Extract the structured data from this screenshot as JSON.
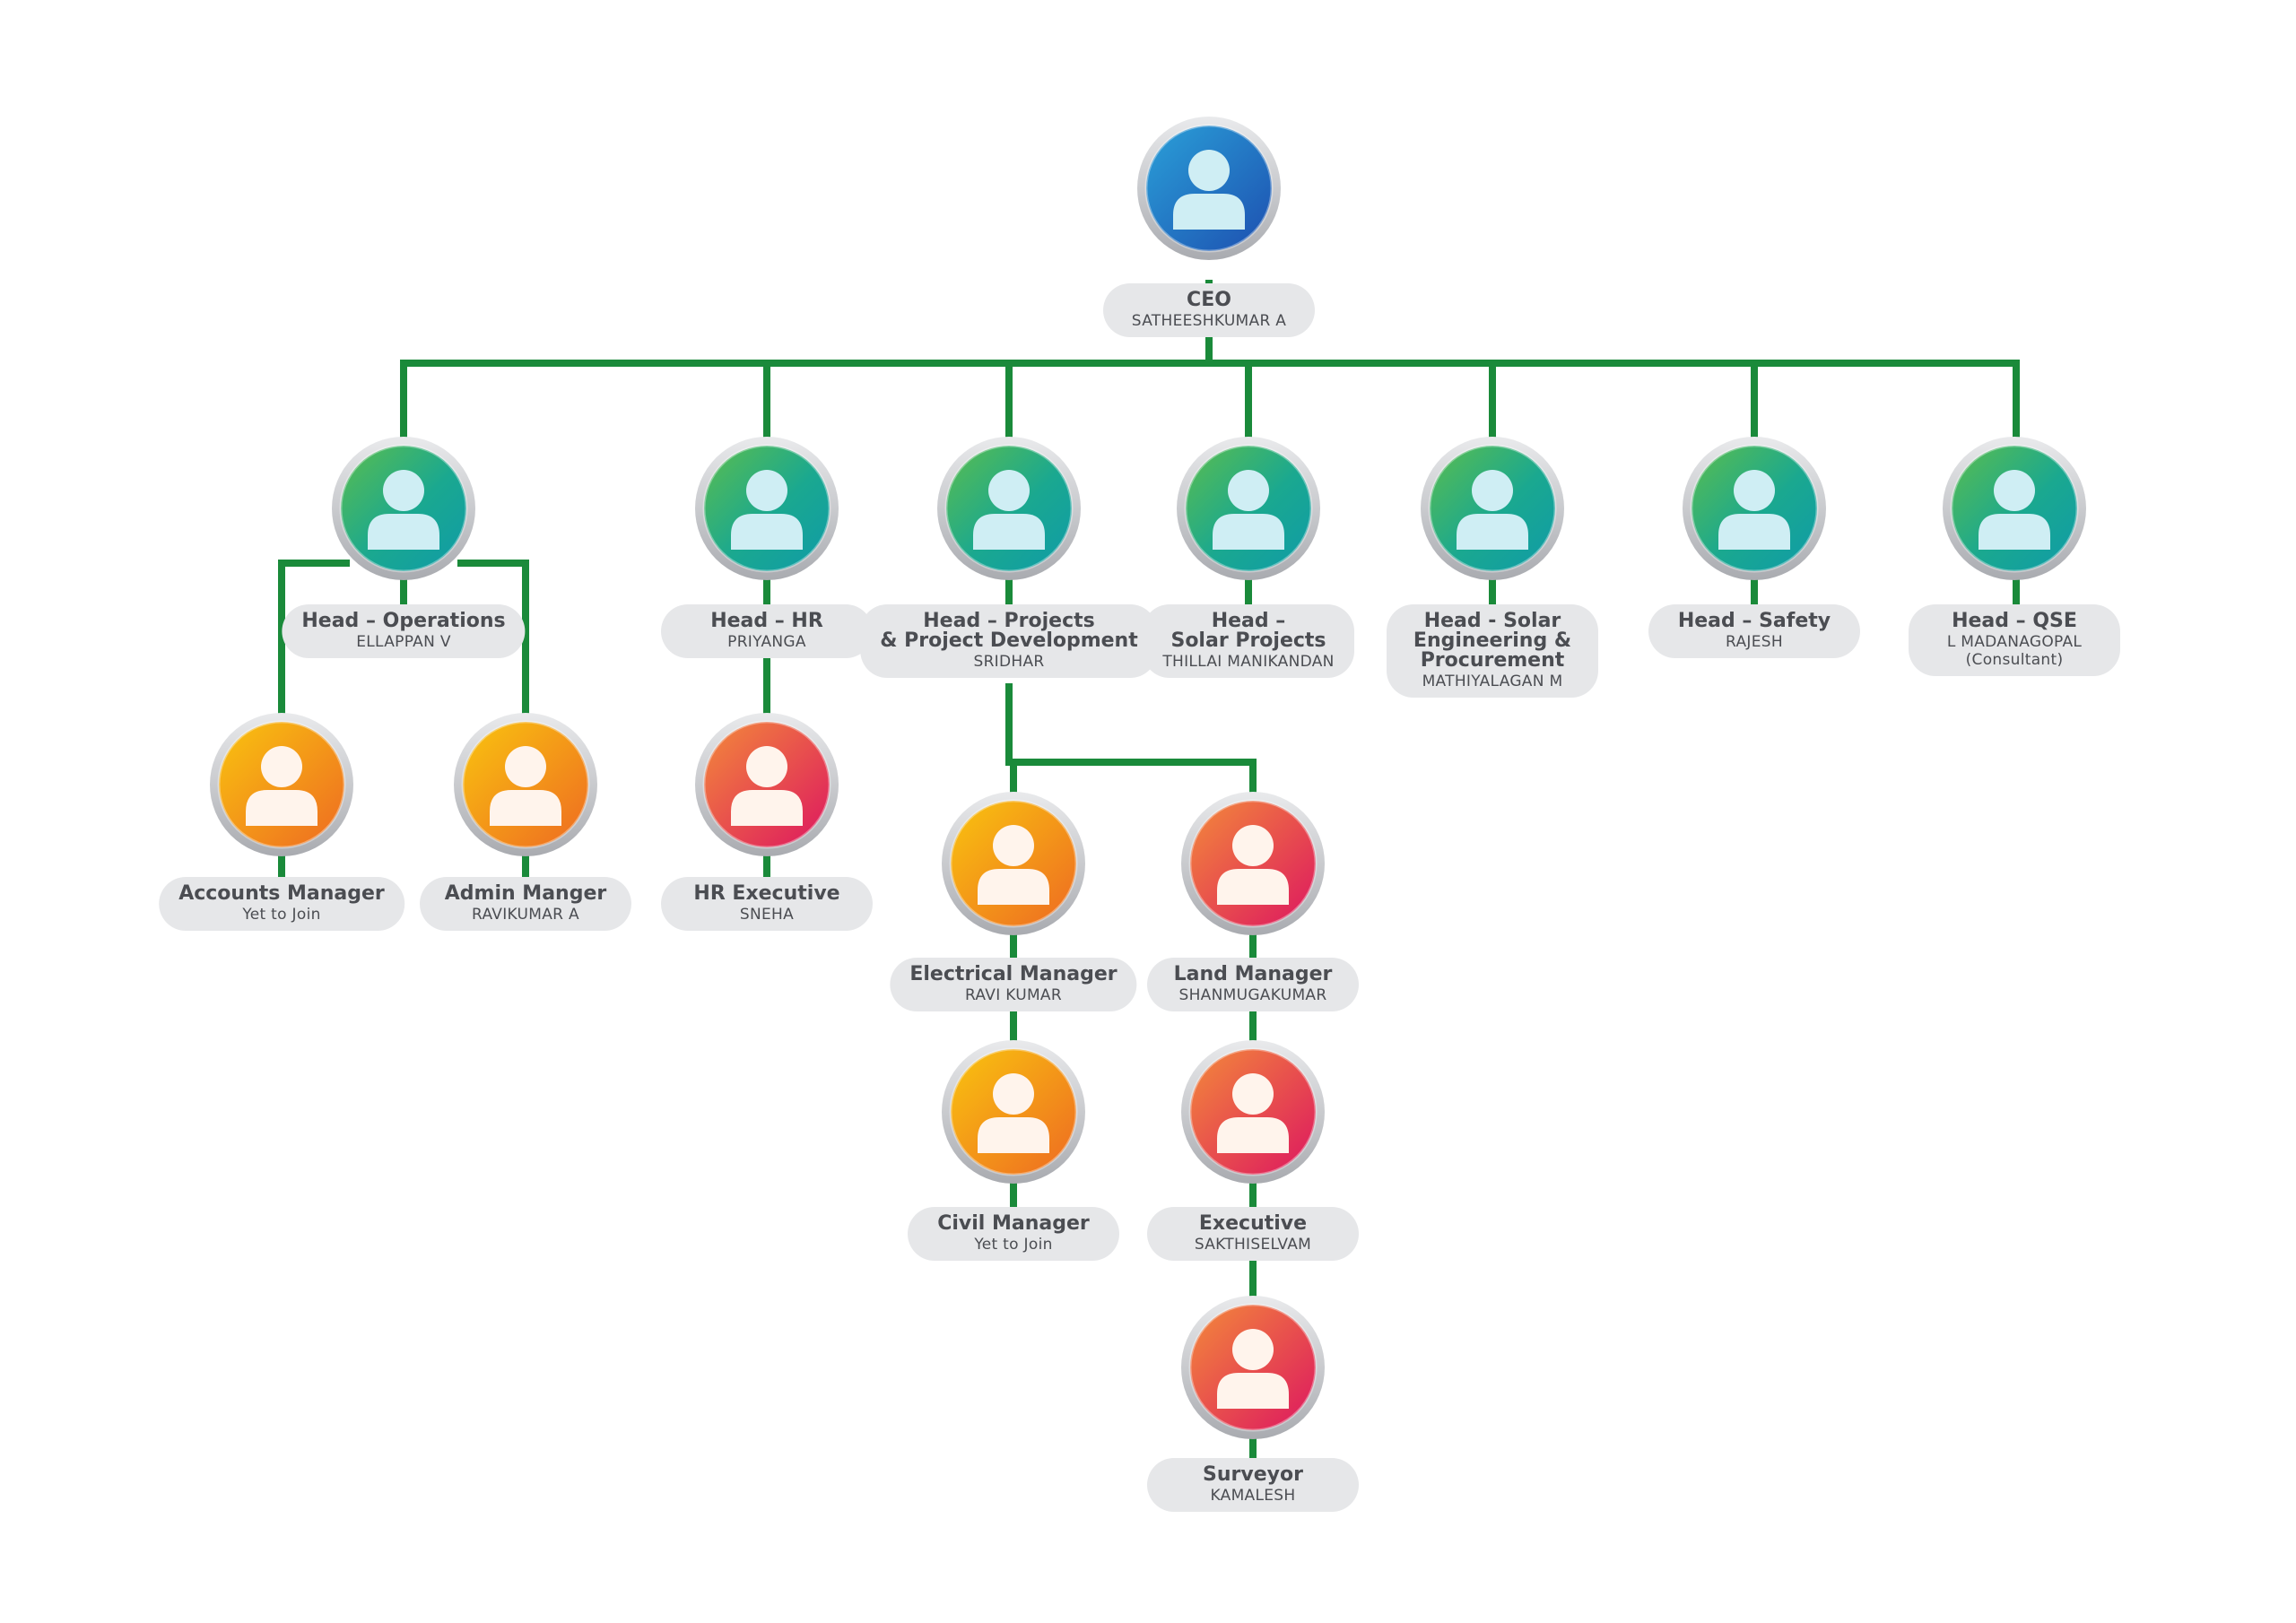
{
  "colors": {
    "connector": "#1a8a3a",
    "pill_bg": "#e6e7e9",
    "text": "#4b4d52",
    "ring": "#c9cacd",
    "blue": [
      "#1d6fc4",
      "#2aa0d8"
    ],
    "green": [
      "#43b35a",
      "#14a3a0"
    ],
    "orange": [
      "#f5b20f",
      "#ef7a1e"
    ],
    "red": [
      "#f0763c",
      "#e01f5a"
    ]
  },
  "avatar_icon": "person-icon",
  "nodes": [
    {
      "id": "ceo",
      "role": "CEO",
      "name": "SATHEESHKUMAR A",
      "level": "executive",
      "color": "blue"
    },
    {
      "id": "head-operations",
      "role": "Head – Operations",
      "name": "ELLAPPAN V",
      "level": "head",
      "color": "green",
      "parent": "ceo"
    },
    {
      "id": "head-hr",
      "role": "Head – HR",
      "name": "PRIYANGA",
      "level": "head",
      "color": "green",
      "parent": "ceo"
    },
    {
      "id": "head-projects",
      "role": "Head – Projects\n& Project Development",
      "name": "SRIDHAR",
      "level": "head",
      "color": "green",
      "parent": "ceo"
    },
    {
      "id": "head-solar-projects",
      "role": "Head –\nSolar Projects",
      "name": "THILLAI MANIKANDAN",
      "level": "head",
      "color": "green",
      "parent": "ceo"
    },
    {
      "id": "head-solar-engineering",
      "role": "Head - Solar\nEngineering &\nProcurement",
      "name": "MATHIYALAGAN M",
      "level": "head",
      "color": "green",
      "parent": "ceo"
    },
    {
      "id": "head-safety",
      "role": "Head – Safety",
      "name": "RAJESH",
      "level": "head",
      "color": "green",
      "parent": "ceo"
    },
    {
      "id": "head-qse",
      "role": "Head – QSE",
      "name": "L MADANAGOPAL\n(Consultant)",
      "level": "head",
      "color": "green",
      "parent": "ceo"
    },
    {
      "id": "accounts-manager",
      "role": "Accounts Manager",
      "name": "Yet to Join",
      "level": "staff",
      "color": "orange",
      "parent": "head-operations"
    },
    {
      "id": "admin-manager",
      "role": "Admin Manger",
      "name": "RAVIKUMAR A",
      "level": "staff",
      "color": "orange",
      "parent": "head-operations"
    },
    {
      "id": "hr-executive",
      "role": "HR Executive",
      "name": "SNEHA",
      "level": "staff",
      "color": "red",
      "parent": "head-hr"
    },
    {
      "id": "electrical-manager",
      "role": "Electrical Manager",
      "name": "RAVI KUMAR",
      "level": "staff",
      "color": "orange",
      "parent": "head-projects"
    },
    {
      "id": "land-manager",
      "role": "Land Manager",
      "name": "SHANMUGAKUMAR",
      "level": "staff",
      "color": "red",
      "parent": "head-projects"
    },
    {
      "id": "civil-manager",
      "role": "Civil Manager",
      "name": "Yet to Join",
      "level": "staff",
      "color": "orange",
      "parent": "electrical-manager"
    },
    {
      "id": "executive",
      "role": "Executive",
      "name": "SAKTHISELVAM",
      "level": "staff",
      "color": "red",
      "parent": "land-manager"
    },
    {
      "id": "surveyor",
      "role": "Surveyor",
      "name": "KAMALESH",
      "level": "staff",
      "color": "red",
      "parent": "executive"
    }
  ]
}
